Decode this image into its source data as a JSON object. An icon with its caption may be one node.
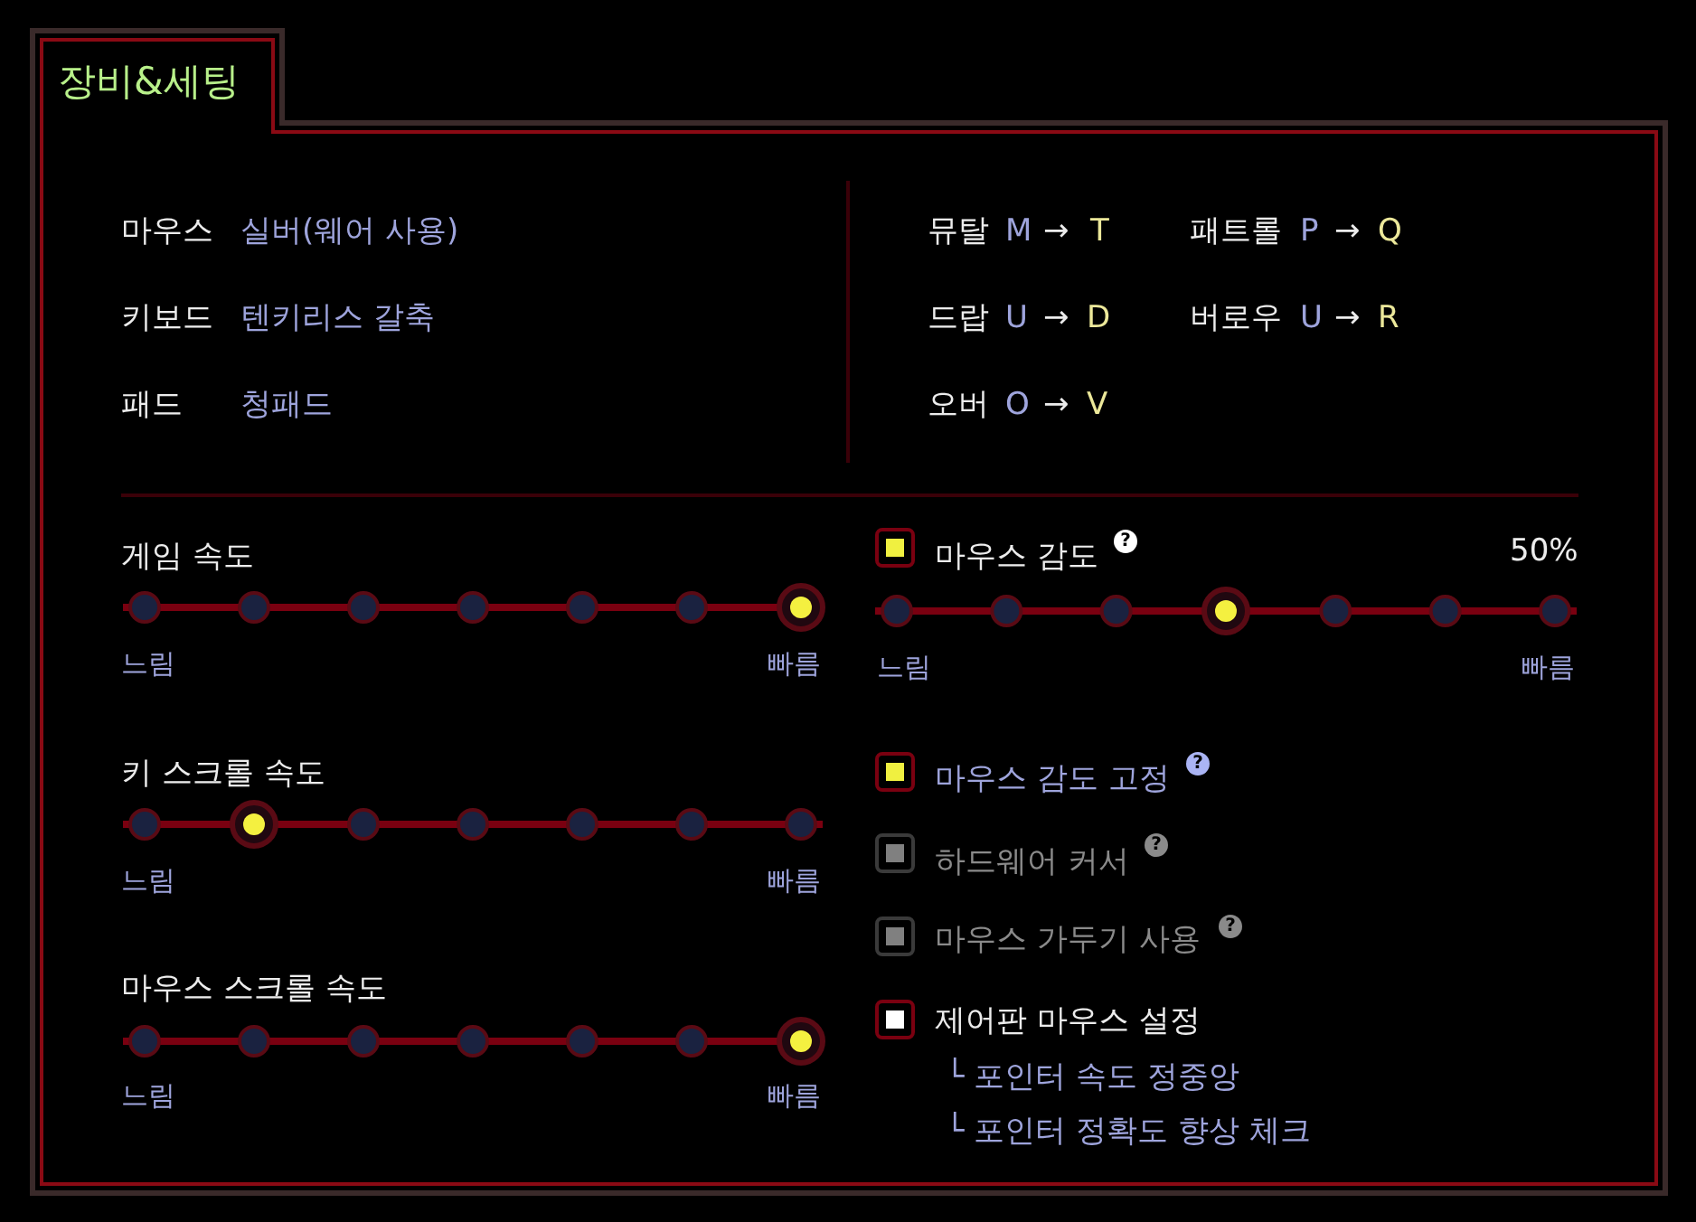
{
  "diagram": {
    "title": "장비&세팅",
    "labels": [
      "마우스",
      "실버(웨어 사용)",
      "키보드",
      "텐키리스 갈축",
      "패드",
      "청패드",
      "뮤탈",
      "M",
      "→",
      "T",
      "패트롤",
      "P",
      "→",
      "Q",
      "드랍",
      "U",
      "→",
      "D",
      "버로우",
      "U",
      "→",
      "R",
      "오버",
      "O",
      "→",
      "V",
      "게임 속도",
      "마우스 감도",
      "?",
      "50%",
      "느림",
      "빠름",
      "느림",
      "빠름",
      "키 스크롤 속도",
      "마우스 감도 고정",
      "?",
      "느림",
      "빠름",
      "하드웨어 커서",
      "?",
      "마우스 가두기 사용",
      "?",
      "마우스 스크롤 속도",
      "제어판 마우스 설정",
      "└ 포인터 속도 정중앙",
      "느림",
      "빠름",
      "└ 포인터 정확도 향상 체크"
    ]
  }
}
